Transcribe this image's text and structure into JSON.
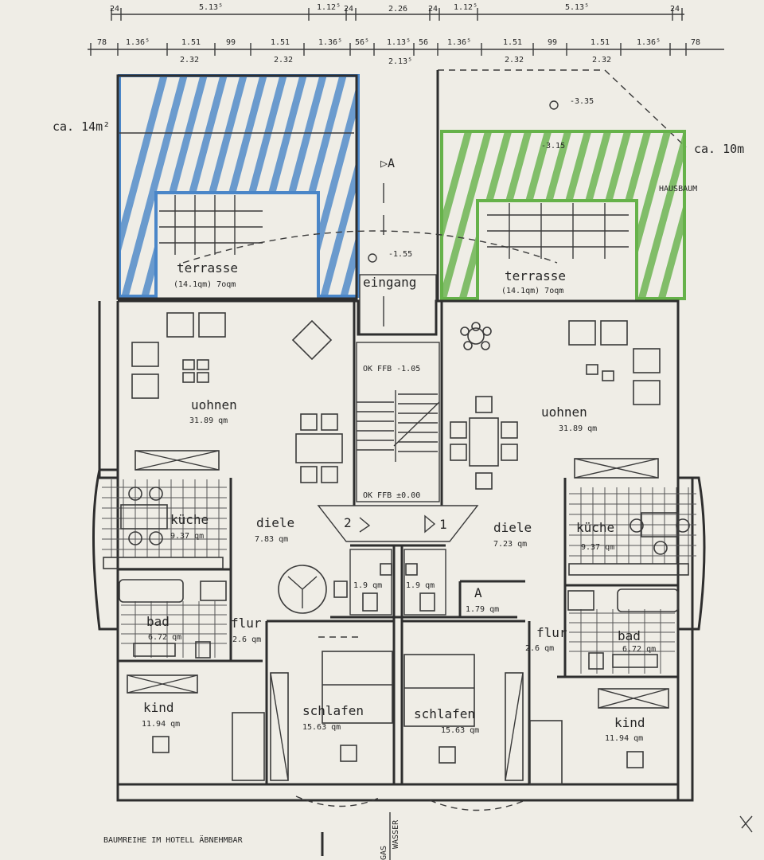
{
  "labels": {
    "terrace_left": "terrasse",
    "terrace_left_area": "(14.1qm) 7oqm",
    "terrace_right": "terrasse",
    "terrace_right_area": "(14.1qm) 7oqm",
    "terrace_left_note": "ca. 14m²",
    "terrace_right_note": "ca. 10m",
    "eingang": "eingang",
    "entry_marker": "▷A",
    "hausbaum": "HAUSBAUM",
    "wohnen_left": "uohnen",
    "wohnen_left_area": "31.89 qm",
    "wohnen_right": "uohnen",
    "wohnen_right_area": "31.89 qm",
    "kueche_left": "küche",
    "kueche_left_area": "9.37 qm",
    "kueche_right": "küche",
    "kueche_right_area": "9.37 qm",
    "diele_left": "diele",
    "diele_left_area": "7.83 qm",
    "diele_right": "diele",
    "diele_right_area": "7.23 qm",
    "bad_left": "bad",
    "bad_left_area": "6.72 qm",
    "bad_right": "bad",
    "bad_right_area": "6.72 qm",
    "flur_left": "flur",
    "flur_left_area": "2.6 qm",
    "flur_right": "flur",
    "flur_right_area": "2.6 qm",
    "kind_left": "kind",
    "kind_left_area": "11.94 qm",
    "kind_right": "kind",
    "kind_right_area": "11.94 qm",
    "schlafen_left": "schlafen",
    "schlafen_left_area": "15.63 qm",
    "schlafen_right": "schlafen",
    "schlafen_right_area": "15.63 qm",
    "wc_left_area": "1.9 qm",
    "wc_right_area": "1.9 qm",
    "abstell": "A",
    "abstell_area": "1.79 qm",
    "stair_level_upper": "OK FFB -1.05",
    "stair_level_lower": "OK FFB ±0.00",
    "level_terrace": "-1.55",
    "level_garden": "-3.35",
    "level_terrace_right": "-3.15",
    "apt_2": "2",
    "apt_1": "1",
    "gas": "GAS",
    "wasser": "WASSER",
    "footer": "BAUMREIHE IM HOTELL ÄBNEHMBAR"
  },
  "dimensions": {
    "top_row": [
      "24",
      "5.13⁵",
      "1.12⁵",
      "24",
      "2.26",
      "24",
      "1.12⁵",
      "5.13⁵",
      "24"
    ],
    "second_row": [
      "78",
      "1.36⁵",
      "1.51",
      "99",
      "1.51",
      "1.36⁵",
      "56⁵",
      "1.13⁵",
      "56",
      "1.36⁵",
      "1.51",
      "99",
      "1.51",
      "1.36⁵",
      "78"
    ],
    "third_row": [
      "2.32",
      "2.32",
      "2.13⁵",
      "2.32",
      "2.32"
    ]
  },
  "colors": {
    "paper": "#efede6",
    "ink": "#2e2e2e",
    "terrace_left_marker": "#4a86c8",
    "terrace_right_marker": "#66b24a"
  },
  "icons": [
    "stair-arrow-icon",
    "entry-arrow-icon",
    "level-marker-icon"
  ]
}
